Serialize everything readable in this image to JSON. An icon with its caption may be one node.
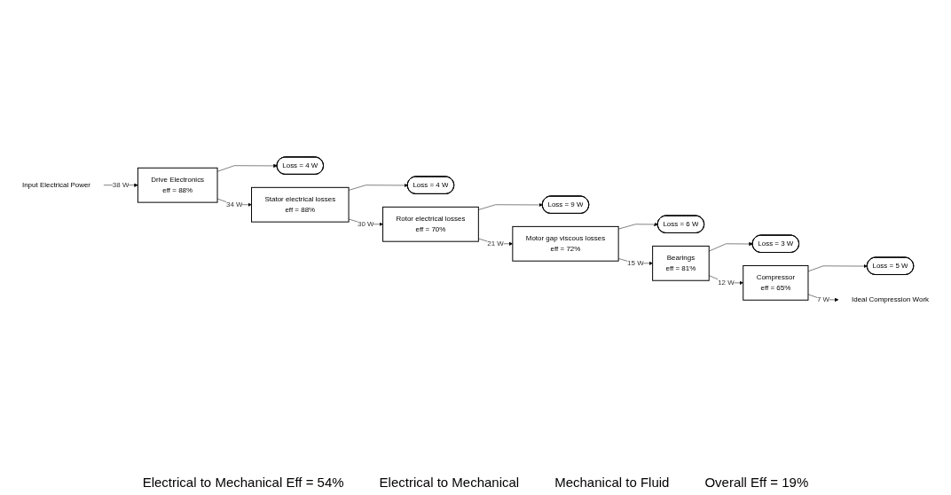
{
  "diagram": {
    "nodes": [
      {
        "text": [
          "Input Electrical Power"
        ]
      },
      {
        "text": [
          "Drive Electronics",
          "eff = 88%"
        ]
      },
      {
        "text": [
          "Loss = 4 W"
        ]
      },
      {
        "text": [
          "Stator electrical losses",
          "eff = 88%"
        ]
      },
      {
        "text": [
          "Loss = 4 W"
        ]
      },
      {
        "text": [
          "Rotor electrical losses",
          "eff = 70%"
        ]
      },
      {
        "text": [
          "Loss = 9 W"
        ]
      },
      {
        "text": [
          "Motor gap viscous losses",
          "eff = 72%"
        ]
      },
      {
        "text": [
          "Loss = 6 W"
        ]
      },
      {
        "text": [
          "Bearings",
          "eff = 81%"
        ]
      },
      {
        "text": [
          "Loss = 3 W"
        ]
      },
      {
        "text": [
          "Compressor",
          "eff = 65%"
        ]
      },
      {
        "text": [
          "Loss = 5 W"
        ]
      },
      {
        "text": [
          "Ideal Compression Work"
        ]
      }
    ],
    "edges": [
      {
        "from": 0,
        "to": 1,
        "arrow": "to",
        "label": "38 W"
      },
      {
        "from": 1,
        "to": 2,
        "arrow": "to"
      },
      {
        "from": 1,
        "to": 3,
        "arrow": "to",
        "label": "34 W"
      },
      {
        "from": 3,
        "to": 4,
        "arrow": "to"
      },
      {
        "from": 3,
        "to": 5,
        "arrow": "to",
        "label": "30 W"
      },
      {
        "from": 5,
        "to": 6,
        "arrow": "to"
      },
      {
        "from": 5,
        "to": 7,
        "arrow": "to",
        "label": "21 W"
      },
      {
        "from": 7,
        "to": 8,
        "arrow": "to"
      },
      {
        "from": 7,
        "to": 9,
        "arrow": "to",
        "label": "15 W"
      },
      {
        "from": 9,
        "to": 10,
        "arrow": "to"
      },
      {
        "from": 9,
        "to": 11,
        "arrow": "to",
        "label": "12 W"
      },
      {
        "from": 11,
        "to": 12,
        "arrow": "to"
      },
      {
        "from": 11,
        "to": 13,
        "arrow": "to",
        "label": "7 W"
      }
    ],
    "labels": [
      "Electrical to Mechanical Eff = 54%",
      "Electrical to Mechanical",
      "Mechanical to Fluid",
      "Overall Eff = 19%"
    ]
  }
}
